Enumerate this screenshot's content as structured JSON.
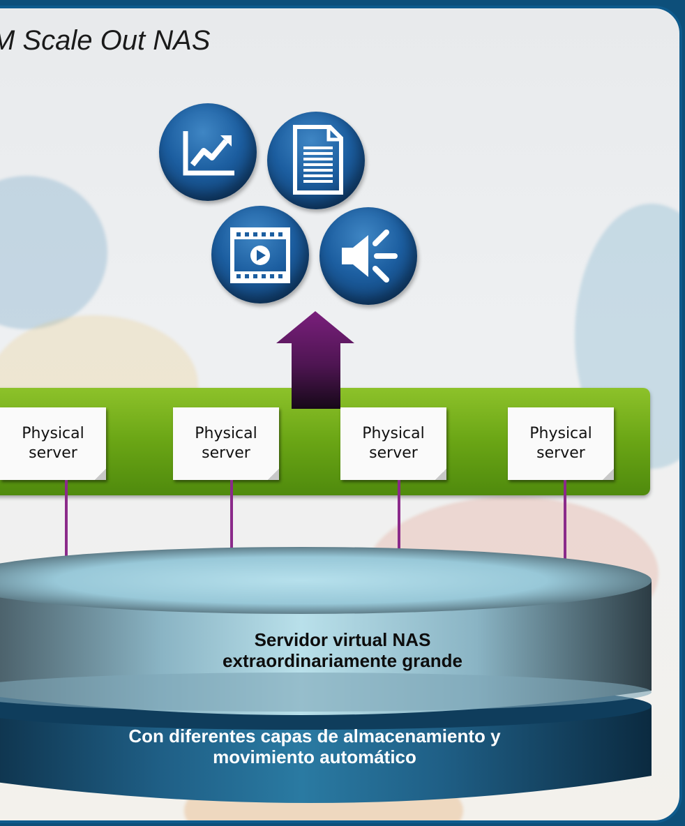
{
  "title": "M Scale Out NAS",
  "icons": [
    {
      "name": "chart-icon"
    },
    {
      "name": "document-icon"
    },
    {
      "name": "video-icon"
    },
    {
      "name": "audio-icon"
    }
  ],
  "servers": [
    {
      "line1": "Physical",
      "line2": "server"
    },
    {
      "line1": "Physical",
      "line2": "server"
    },
    {
      "line1": "Physical",
      "line2": "server"
    },
    {
      "line1": "Physical",
      "line2": "server"
    }
  ],
  "storage": {
    "top_line1": "Servidor virtual NAS",
    "top_line2": "extraordinariamente grande",
    "bottom_line1": "Con diferentes capas de almacenamiento y",
    "bottom_line2": "movimiento automático"
  },
  "colors": {
    "frame": "#0e5a8c",
    "green_bar": "#6aa515",
    "arrow": "#6a1f6b",
    "connector": "#8b2a8a",
    "cylinder_top": "#a9d6e4",
    "cylinder_body": "#0f3d5c"
  }
}
